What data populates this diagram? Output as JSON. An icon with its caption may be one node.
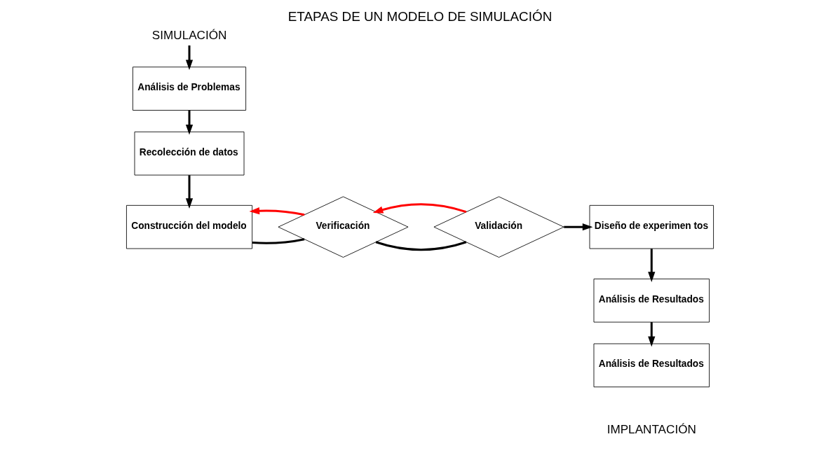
{
  "diagram": {
    "title": "ETAPAS DE UN MODELO DE SIMULACIÓN",
    "nodes": [
      {
        "text": [
          "SIMULACIÓN"
        ]
      },
      {
        "text": [
          "Análisis de Problemas"
        ]
      },
      {
        "text": [
          "Recolección de datos"
        ]
      },
      {
        "text": [
          "Construcción del modelo"
        ]
      },
      {
        "text": [
          "Verificación"
        ]
      },
      {
        "text": [
          "Validación"
        ]
      },
      {
        "text": [
          "Diseño de experimen tos"
        ]
      },
      {
        "text": [
          "Análisis de Resultados"
        ]
      },
      {
        "text": [
          "Análisis de Resultados"
        ]
      }
    ],
    "edges": [
      {
        "from": 0,
        "to": 1,
        "arrow": "to"
      },
      {
        "from": 1,
        "to": 2,
        "arrow": "to"
      },
      {
        "from": 2,
        "to": 3,
        "arrow": "to"
      },
      {
        "from": 3,
        "to": 4,
        "arrow": "none"
      },
      {
        "from": 4,
        "to": 5,
        "arrow": "none"
      },
      {
        "from": 5,
        "to": 6,
        "arrow": "to"
      },
      {
        "from": 5,
        "to": 4,
        "arrow": "to",
        "color": "#ff0000"
      },
      {
        "from": 4,
        "to": 3,
        "arrow": "to",
        "color": "#ff0000"
      },
      {
        "from": 6,
        "to": 7,
        "arrow": "to"
      },
      {
        "from": 7,
        "to": 8,
        "arrow": "to"
      }
    ],
    "labels": [
      "IMPLANTACIÓN"
    ]
  }
}
